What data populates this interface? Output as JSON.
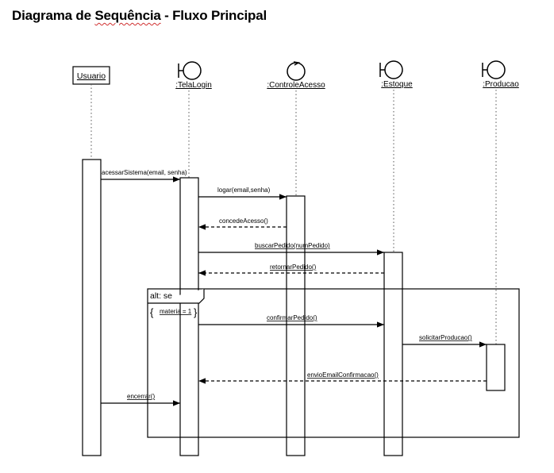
{
  "title": {
    "prefix": "Diagrama de ",
    "underlined": "Sequência",
    "suffix": " - Fluxo Principal"
  },
  "lifelines": [
    {
      "id": "usuario",
      "label": "Usuario",
      "kind": "actor-box"
    },
    {
      "id": "telalogin",
      "label": ":TelaLogin",
      "kind": "boundary"
    },
    {
      "id": "controleacesso",
      "label": ":ControleAcesso",
      "kind": "control"
    },
    {
      "id": "estoque",
      "label": ":Estoque",
      "kind": "boundary"
    },
    {
      "id": "producao",
      "label": ":Producao",
      "kind": "boundary"
    }
  ],
  "messages": [
    {
      "id": "m1",
      "label": "acessarSistema(email, senha)",
      "from": "usuario",
      "to": "telalogin",
      "style": "sync"
    },
    {
      "id": "m2",
      "label": "logar(email,senha)",
      "from": "telalogin",
      "to": "controleacesso",
      "style": "sync"
    },
    {
      "id": "m3",
      "label": "concedeAcesso()",
      "from": "controleacesso",
      "to": "telalogin",
      "style": "return"
    },
    {
      "id": "m4",
      "label": "buscarPedido(numPedido)",
      "from": "telalogin",
      "to": "estoque",
      "style": "sync"
    },
    {
      "id": "m5",
      "label": "retornarPedido()",
      "from": "estoque",
      "to": "telalogin",
      "style": "return"
    },
    {
      "id": "m6",
      "label": "confirmarPedido()",
      "from": "telalogin",
      "to": "estoque",
      "style": "sync"
    },
    {
      "id": "m7",
      "label": "solicitarProducao()",
      "from": "estoque",
      "to": "producao",
      "style": "sync"
    },
    {
      "id": "m8",
      "label": "envioEmailConfirmacao()",
      "from": "producao",
      "to": "telalogin",
      "style": "return"
    },
    {
      "id": "m9",
      "label": "encerrar()",
      "from": "usuario",
      "to": "telalogin",
      "style": "sync"
    }
  ],
  "fragment": {
    "operator": "alt: se",
    "guard": "materia = 1"
  }
}
